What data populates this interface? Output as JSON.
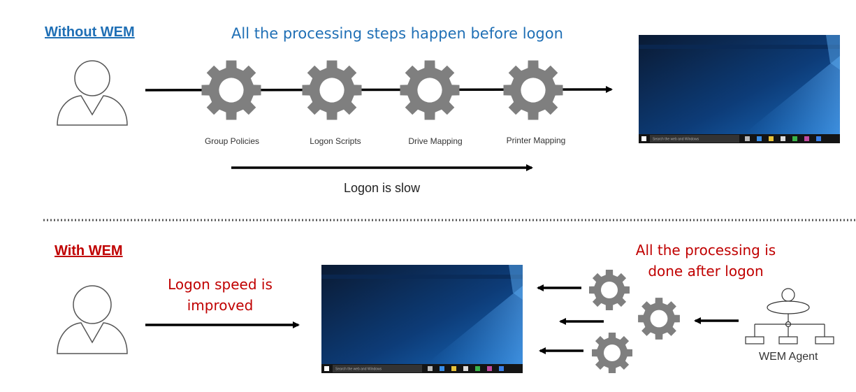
{
  "colors": {
    "blue_text": "#1f6fb5",
    "red_text": "#c00000",
    "gear": "#7f7f7f",
    "arrow": "#000000",
    "divider": "#555555"
  },
  "top": {
    "title": "Without WEM",
    "caption": "All the processing steps happen before logon",
    "steps": [
      {
        "label": "Group Policies",
        "icon": "gear-icon"
      },
      {
        "label": "Logon Scripts",
        "icon": "gear-icon"
      },
      {
        "label": "Drive Mapping",
        "icon": "gear-icon"
      },
      {
        "label": "Printer Mapping",
        "icon": "gear-icon"
      }
    ],
    "bottom_caption": "Logon is slow",
    "desktop": {
      "search_text": "Search the web and Windows"
    }
  },
  "bottom": {
    "title": "With WEM",
    "caption_line1": "Logon speed is",
    "caption_line2": "improved",
    "right_caption_line1": "All the processing is",
    "right_caption_line2": "done after logon",
    "agent_label": "WEM Agent",
    "desktop": {
      "search_text": "Search the web and Windows"
    }
  }
}
